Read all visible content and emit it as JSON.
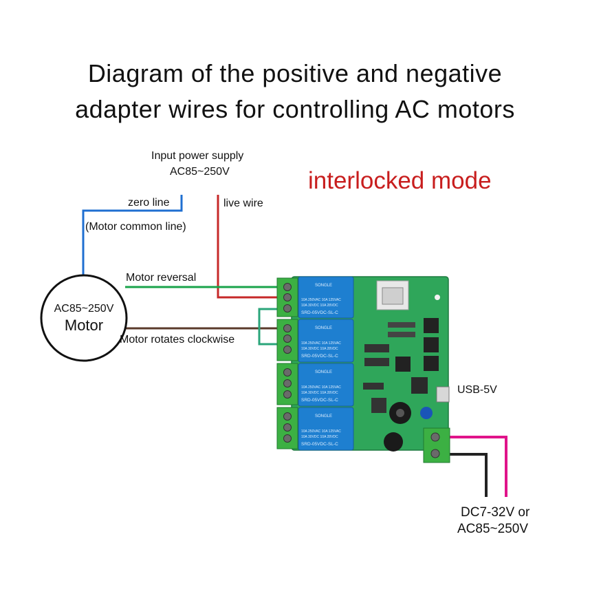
{
  "title": {
    "line1": "Diagram of the positive and negative",
    "line2": "adapter wires for controlling AC motors"
  },
  "mode_label": "interlocked mode",
  "input_power": {
    "line1": "Input power supply",
    "line2": "AC85~250V"
  },
  "labels": {
    "zero_line": "zero line",
    "motor_common": "(Motor common line)",
    "live_wire": "live wire",
    "motor_reversal": "Motor reversal",
    "motor_clockwise": "Motor rotates clockwise",
    "usb": "USB-5V",
    "dc_line1": "DC7-32V or",
    "dc_line2": "AC85~250V"
  },
  "motor": {
    "voltage": "AC85~250V",
    "name": "Motor"
  },
  "relays": {
    "brand": "SONGLE",
    "model": "SRD-05VDC-SL-C",
    "rating1": "10A 250VAC  10A 125VAC",
    "rating2": "10A 30VDC  10A 28VDC"
  },
  "colors": {
    "zero_line": "#1f6fd1",
    "live_wire": "#c62828",
    "motor_reversal": "#19a34a",
    "motor_clockwise": "#5a3a2a",
    "dc_positive": "#e0148a",
    "dc_negative": "#222222",
    "pcb": "#2fa65a",
    "terminal": "#3cb043",
    "relay": "#1e7fd0"
  }
}
